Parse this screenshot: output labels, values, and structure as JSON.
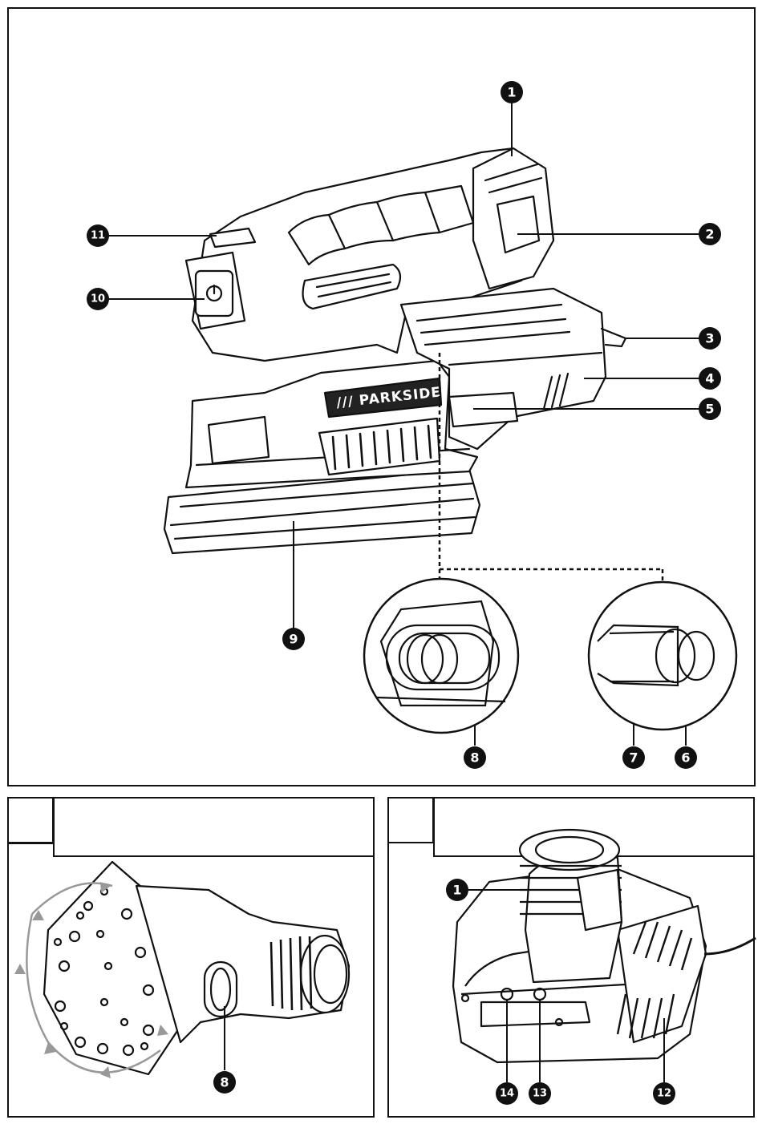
{
  "figure_a": {
    "callouts": [
      "1",
      "2",
      "3",
      "4",
      "5",
      "6",
      "7",
      "8",
      "9",
      "10",
      "11"
    ],
    "brand": "/// PARKSIDE"
  },
  "figure_b": {
    "tab_label": "",
    "callouts": [
      "8"
    ]
  },
  "figure_c": {
    "tab_label": "",
    "callouts": [
      "1",
      "12",
      "13",
      "14"
    ]
  }
}
